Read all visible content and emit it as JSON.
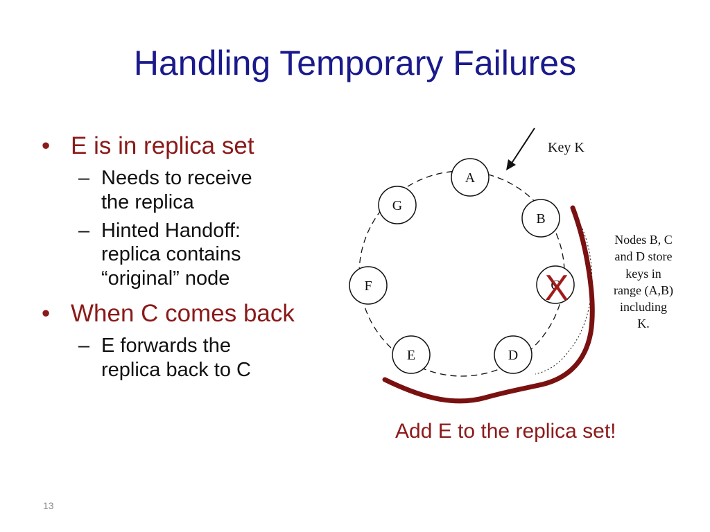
{
  "slide": {
    "title": "Handling Temporary Failures",
    "page_number": "13",
    "bullets": [
      {
        "text": "E is in replica set",
        "sub": [
          {
            "line1": "Needs to receive",
            "line2": "the replica"
          },
          {
            "line1": "Hinted Handoff:",
            "line2": "replica contains",
            "line3": "“original” node"
          }
        ]
      },
      {
        "text": "When C comes back",
        "sub": [
          {
            "line1": "E forwards the",
            "line2": "replica back to C"
          }
        ]
      }
    ]
  },
  "diagram": {
    "key_label": "Key K",
    "nodes": [
      "A",
      "B",
      "C",
      "D",
      "E",
      "F",
      "G"
    ],
    "failure_mark": "X",
    "note_lines": [
      "Nodes B, C",
      "and D store",
      "keys in",
      "range (A,B)",
      "including",
      "K."
    ],
    "caption": "Add E to the replica set!",
    "colors": {
      "accent": "#8b1a1a",
      "title": "#1a1a8c"
    }
  }
}
